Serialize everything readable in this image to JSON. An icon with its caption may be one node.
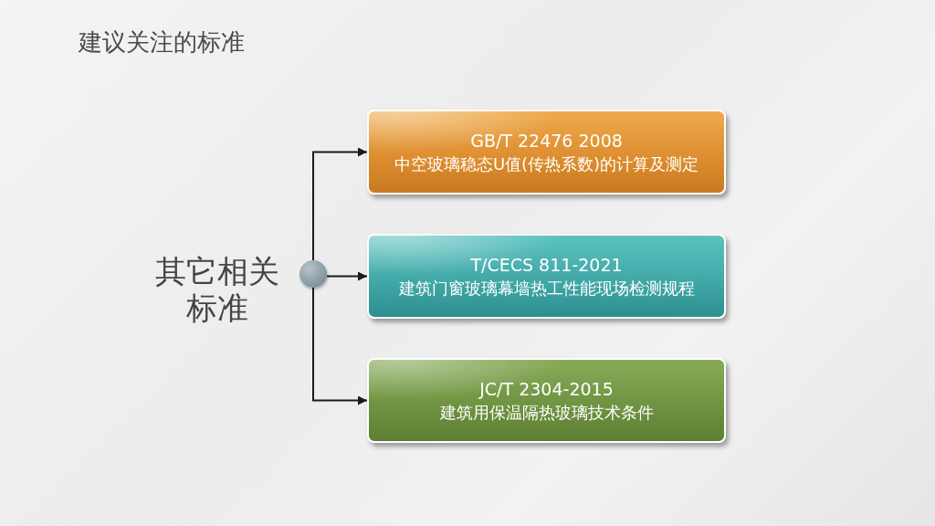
{
  "diagram": {
    "title": "建议关注的标准",
    "nodes": [
      {
        "text": [],
        "shape": "circle",
        "beside": [
          "其它相关标准"
        ]
      },
      {
        "text": [
          "GB/T 22476 2008",
          "中空玻璃稳态U值(传热系数)的计算及测定"
        ]
      },
      {
        "text": [
          "T/CECS 811-2021",
          "建筑门窗玻璃幕墙热工性能现场检测规程"
        ]
      },
      {
        "text": [
          "JC/T 2304-2015",
          "建筑用保温隔热玻璃技术条件"
        ]
      }
    ],
    "edges": [
      {
        "from": 0,
        "to": 1,
        "arrow": "to"
      },
      {
        "from": 0,
        "to": 2,
        "arrow": "to"
      },
      {
        "from": 0,
        "to": 3,
        "arrow": "to"
      }
    ]
  }
}
